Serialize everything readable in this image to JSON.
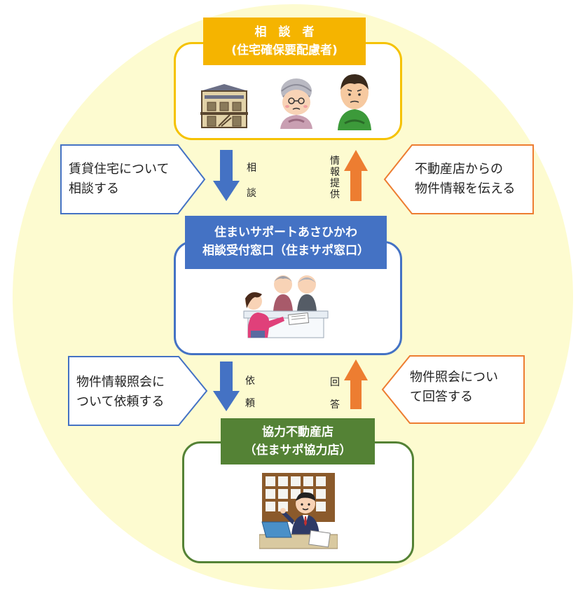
{
  "colors": {
    "background_circle": "#fdfbd0",
    "consultant": "#f5c200",
    "consultant_title": "#f5b400",
    "desk": "#4472c4",
    "realtor": "#548235",
    "callout_blue": "#4472c4",
    "callout_orange": "#ed7d31",
    "arrow_down": "#4472c4",
    "arrow_up": "#ed7d31"
  },
  "consultant": {
    "title_line1": "相　談　者",
    "title_line2": "(住宅確保要配慮者)",
    "icons": [
      "old-house-icon",
      "elderly-woman-icon",
      "troubled-man-icon"
    ]
  },
  "desk": {
    "title_line1": "住まいサポートあさひかわ",
    "title_line2": "相談受付窓口（住まサポ窓口）",
    "icons": [
      "counter-consultation-illustration"
    ]
  },
  "realtor": {
    "title_line1": "協力不動産店",
    "title_line2": "（住まサポ協力店）",
    "icons": [
      "realtor-office-illustration"
    ]
  },
  "flows": {
    "top_left_callout": [
      "賃貸住宅について",
      "相談する"
    ],
    "top_right_callout": [
      "不動産店からの",
      "物件情報を伝える"
    ],
    "top_down_label": [
      "相",
      "談"
    ],
    "top_up_label": [
      "情",
      "報",
      "提",
      "供"
    ],
    "bottom_left_callout": [
      "物件情報照会に",
      "ついて依頼する"
    ],
    "bottom_right_callout": [
      "物件照会につい",
      "て回答する"
    ],
    "bottom_down_label": [
      "依",
      "頼"
    ],
    "bottom_up_label": [
      "回",
      "答"
    ]
  }
}
